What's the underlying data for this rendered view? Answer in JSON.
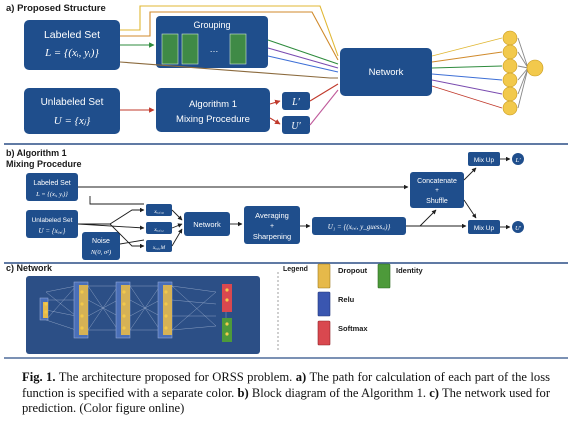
{
  "sections": {
    "a": "a) Proposed Structure",
    "b_line1": "b) Algorithm 1",
    "b_line2": "Mixing Procedure",
    "c": "c) Network"
  },
  "part_a": {
    "labeled_title": "Labeled Set",
    "labeled_math": "L = {(xᵢ, yᵢ)}",
    "unlabeled_title": "Unlabeled Set",
    "unlabeled_math": "U = {xⱼ}",
    "grouping": "Grouping",
    "algorithm_line1": "Algorithm 1",
    "algorithm_line2": "Mixing Procedure",
    "l_prime": "L′",
    "u_prime": "U′",
    "network": "Network"
  },
  "part_b": {
    "labeled_title": "Labeled Set",
    "labeled_math": "L = {(xᵢ, yᵢ)}",
    "unlabeled_title": "Unlabeled Set",
    "unlabeled_math": "U = {xᵤ,ᵢ}",
    "noise_title": "Noise",
    "noise_math": "N(0, σ²)",
    "inputs": [
      "xᵤ,ᵢ,₀",
      "xᵤ,ᵢ,₁",
      "xᵤ,ᵢ,M"
    ],
    "network": "Network",
    "averaging_line1": "Averaging",
    "averaging_line2": "+",
    "averaging_line3": "Sharpening",
    "u1": "U₁ = {(xᵤ,ᵢ, y_guess,ᵢ)}",
    "concat_line1": "Concatenate",
    "concat_line2": "+",
    "concat_line3": "Shuffle",
    "mixup_top": "Mix Up",
    "mixup_bottom": "Mix Up",
    "l_prime": "L′",
    "u_prime": "U′"
  },
  "legend": {
    "title": "Legend",
    "items": [
      {
        "label": "Dropout",
        "color": "#e6b94a"
      },
      {
        "label": "Identity",
        "color": "#4d9a3a"
      },
      {
        "label": "Relu",
        "color": "#3a56b0"
      },
      {
        "label": "Softmax",
        "color": "#d9484f"
      }
    ]
  },
  "caption": {
    "fig_label": "Fig. 1.",
    "text_1": "The architecture proposed for ORSS problem.",
    "a": "a)",
    "text_2": "The path for calculation of each part of the loss function is specified with a separate color.",
    "b": "b)",
    "text_3": "Block diagram of the Algorithm 1.",
    "c": "c)",
    "text_4": "The network used for prediction. (Color figure online)"
  },
  "colors": {
    "box_blue": "#1f4e8c",
    "panel_blue": "#2c4f86",
    "grouping_green": "#3f8a46",
    "node_yellow": "#f2c94c"
  }
}
